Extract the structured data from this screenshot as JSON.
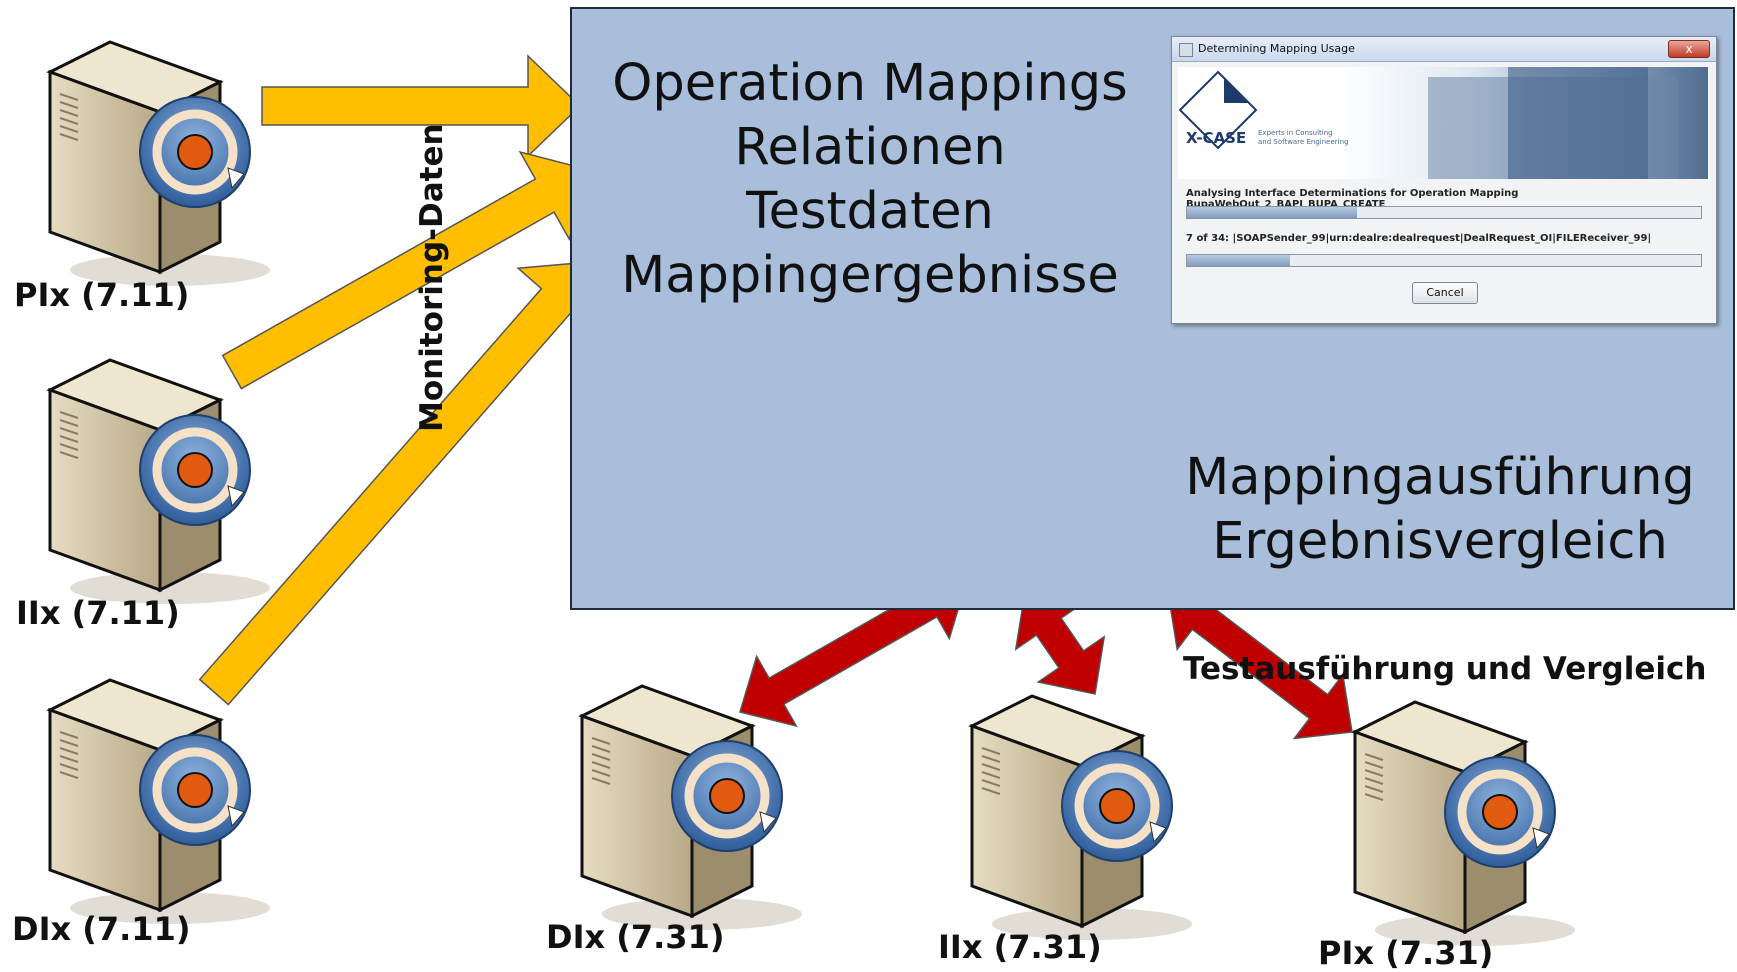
{
  "topics": [
    "Operation Mappings",
    "Relationen",
    "Testdaten",
    "Mappingergebnisse"
  ],
  "execution": [
    "Mappingausführung",
    "Ergebnisvergleich"
  ],
  "monitoring_label": "Monitoring-Daten",
  "test_label": "Testausführung und Vergleich",
  "servers_source": [
    "PIx (7.11)",
    "IIx (7.11)",
    "DIx (7.11)"
  ],
  "servers_target": [
    "DIx (7.31)",
    "IIx (7.31)",
    "PIx (7.31)"
  ],
  "dialog": {
    "title": "Determining Mapping Usage",
    "close": "x",
    "logo": "X-CASE",
    "logo_sub1": "Experts in Consulting",
    "logo_sub2": "and Software Engineering",
    "analysing": "Analysing Interface Determinations for Operation Mapping BupaWebOut_2_BAPI_BUPA_CREATE",
    "progress_text": "7 of 34: |SOAPSender_99|urn:dealre:dealrequest|DealRequest_OI|FILEReceiver_99|",
    "progress1": 0.33,
    "progress2": 0.2,
    "cancel": "Cancel"
  },
  "colors": {
    "panel": "#a9bedb",
    "monitoring_arrow": "#ffbe00",
    "test_arrow": "#c00000"
  }
}
